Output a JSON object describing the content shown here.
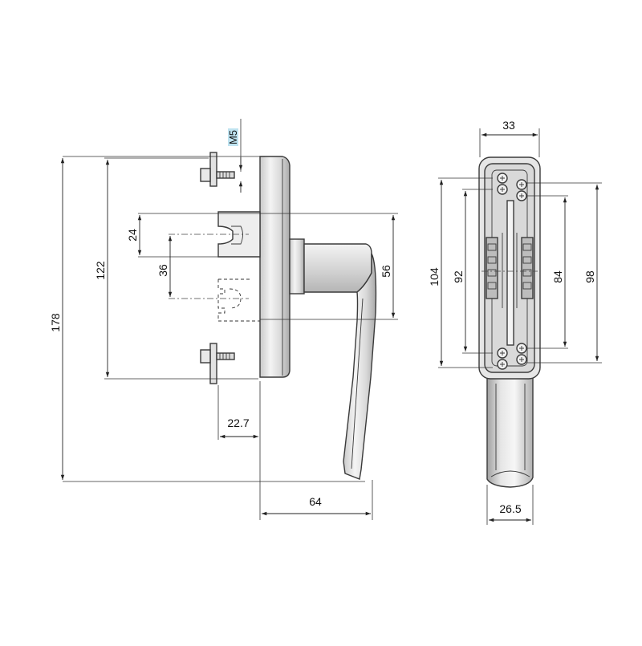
{
  "drawing": {
    "dimensions": {
      "overall_height": "178",
      "screw_spacing": "122",
      "slot_width": "24",
      "slot_pitch": "36",
      "handle_offset": "56",
      "screw_projection": "22.7",
      "handle_length": "64",
      "thread": "M5",
      "base_width": "33",
      "base_height": "104",
      "inner_height_left": "92",
      "inner_height_right": "84",
      "outer_height_right": "98",
      "grip_width": "26.5"
    }
  },
  "colors": {
    "metal_light": "#f2f2f2",
    "metal_mid": "#d2d2d2",
    "metal_dark": "#9a9a9a",
    "line": "#3a3a3a",
    "thread_label_bg": "#bfe3f0"
  }
}
